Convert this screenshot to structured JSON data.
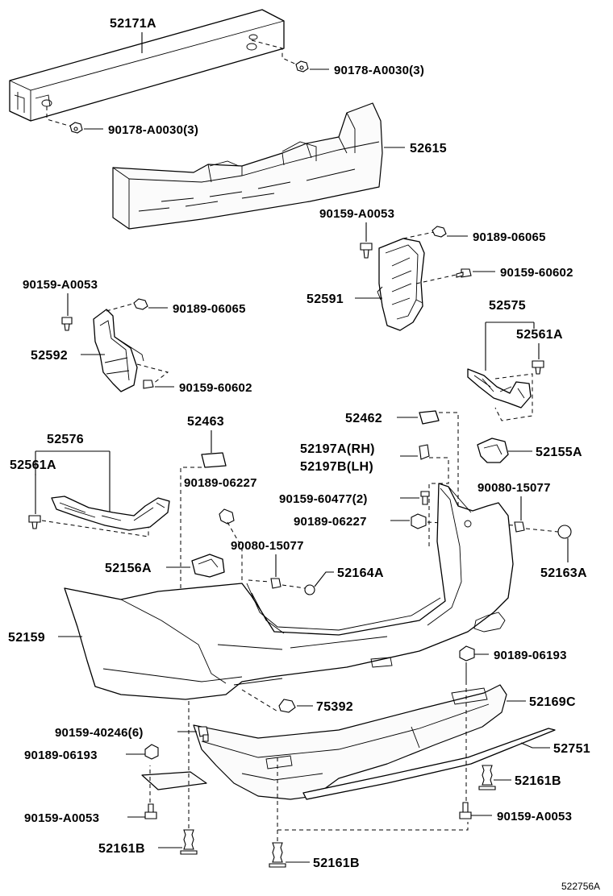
{
  "diagram_id": "522756A",
  "callouts": {
    "c1": "52171A",
    "c2": "90178-A0030(3)",
    "c3": "90178-A0030(3)",
    "c4": "52615",
    "c5": "90159-A0053",
    "c6": "90189-06065",
    "c7": "90159-60602",
    "c8": "52591",
    "c9": "90159-A0053",
    "c10": "90189-06065",
    "c11": "52592",
    "c12": "90159-60602",
    "c13": "52575",
    "c14": "52561A",
    "c15": "52462",
    "c16": "52463",
    "c17": "52576",
    "c18": "52561A",
    "c19": "52197A(RH)",
    "c20": "52197B(LH)",
    "c21": "52155A",
    "c22": "90189-06227",
    "c23": "90159-60477(2)",
    "c24": "90080-15077",
    "c25": "90189-06227",
    "c26": "90080-15077",
    "c27": "52163A",
    "c28": "52156A",
    "c29": "52164A",
    "c30": "52159",
    "c31": "90189-06193",
    "c32": "75392",
    "c33": "52169C",
    "c34": "90159-40246(6)",
    "c35": "52751",
    "c36": "90189-06193",
    "c37": "52161B",
    "c38": "90159-A0053",
    "c39": "90159-A0053",
    "c40": "52161B",
    "c41": "52161B"
  }
}
